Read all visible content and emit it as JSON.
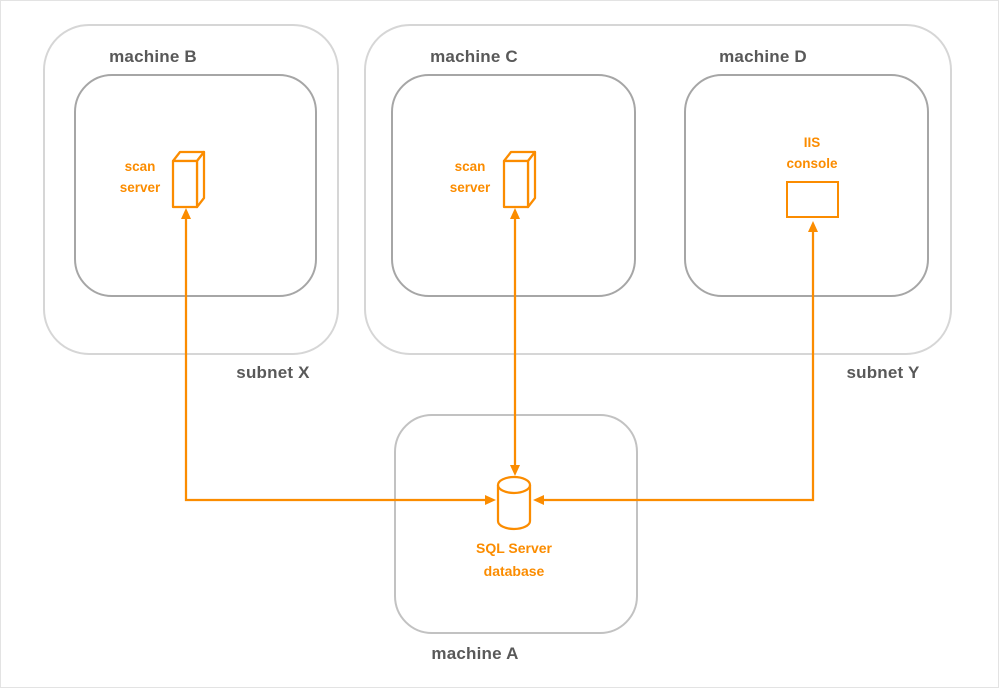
{
  "diagram": {
    "type": "network-architecture",
    "colors": {
      "accent": "#fb8c00",
      "subnet_border": "#d6d6d6",
      "machine_border": "#a6a6a6",
      "machine_a_border": "#c2c2c2",
      "label_text": "#595959",
      "background": "#ffffff"
    },
    "subnet_x": {
      "label": "subnet X",
      "contains": [
        "machine B"
      ]
    },
    "subnet_y": {
      "label": "subnet Y",
      "contains": [
        "machine C",
        "machine D"
      ]
    },
    "machine_a": {
      "label": "machine A",
      "node": {
        "label": "SQL Server\ndatabase",
        "icon": "database-cylinder"
      }
    },
    "machine_b": {
      "label": "machine B",
      "node": {
        "label": "scan\nserver",
        "icon": "server-3d-box"
      }
    },
    "machine_c": {
      "label": "machine C",
      "node": {
        "label": "scan\nserver",
        "icon": "server-3d-box"
      }
    },
    "machine_d": {
      "label": "machine D",
      "node": {
        "label": "IIS\nconsole",
        "icon": "console-rectangle"
      }
    },
    "connections": [
      {
        "from": "scan server (machine B)",
        "to": "SQL Server database (machine A)",
        "bidirectional": true
      },
      {
        "from": "scan server (machine C)",
        "to": "SQL Server database (machine A)",
        "bidirectional": true
      },
      {
        "from": "IIS console (machine D)",
        "to": "SQL Server database (machine A)",
        "bidirectional": true
      }
    ]
  }
}
